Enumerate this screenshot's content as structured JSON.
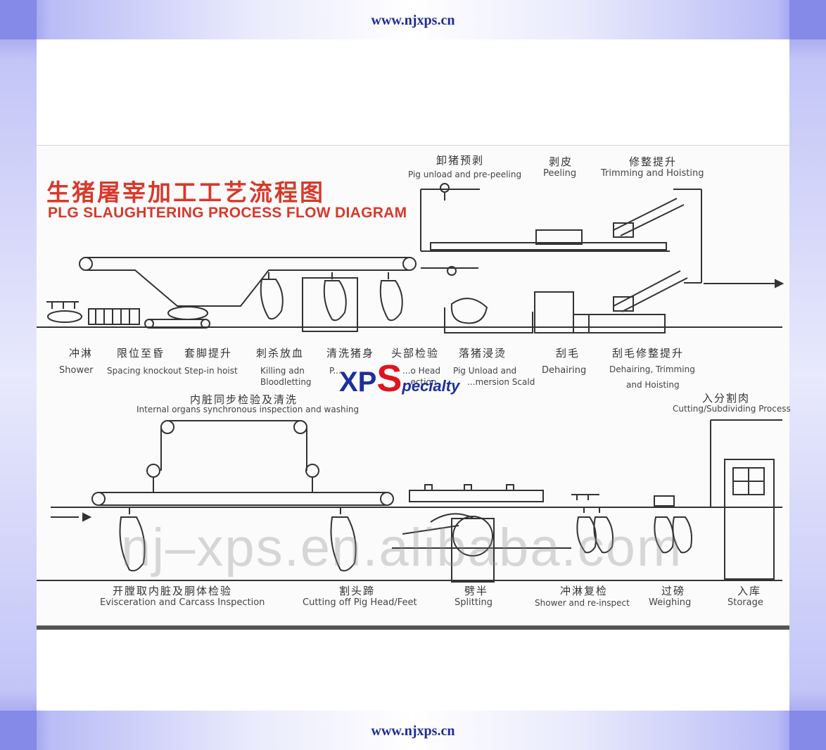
{
  "frame": {
    "url_top": "www.njxps.cn",
    "url_bottom": "www.njxps.cn",
    "accent_color": "#6f73e0",
    "url_color": "#1f2a9a"
  },
  "diagram": {
    "title_cn": "生猪屠宰加工工艺流程图",
    "title_en": "PLG SLAUGHTERING PROCESS FLOW DIAGRAM",
    "title_color": "#d9382b",
    "top_steps": [
      {
        "cn": "卸猪预剥",
        "en": "Pig unload and pre-peeling"
      },
      {
        "cn": "剥皮",
        "en": "Peeling"
      },
      {
        "cn": "修整提升",
        "en": "Trimming and Hoisting"
      }
    ],
    "middle_steps": [
      {
        "cn": "冲淋",
        "en": "Shower"
      },
      {
        "cn": "限位至昏",
        "en": "Spacing knockout"
      },
      {
        "cn": "套脚提升",
        "en": "Step-in hoist"
      },
      {
        "cn": "刺杀放血",
        "en": "Killing adn",
        "en2": "Bloodletting"
      },
      {
        "cn": "清洗猪身",
        "en": "P..."
      },
      {
        "cn": "头部检验",
        "en": "...o Head",
        "en2": "...ection"
      },
      {
        "cn": "落猪浸烫",
        "en": "Pig  Unload and",
        "en2": "...mersion Scald"
      },
      {
        "cn": "刮毛",
        "en": "Dehairing"
      },
      {
        "cn": "刮毛修整提升",
        "en": "Dehairing, Trimming",
        "en2": "and Hoisting"
      }
    ],
    "organ_step": {
      "cn": "内脏同步检验及清洗",
      "en": "Internal organs synchronous inspection and washing"
    },
    "cutting_step": {
      "cn": "入分割肉",
      "en": "Cutting/Subdividing Process"
    },
    "bottom_steps": [
      {
        "cn": "开膛取内脏及胴体检验",
        "en": "Evisceration and Carcass Inspection"
      },
      {
        "cn": "割头蹄",
        "en": "Cutting off Pig Head/Feet"
      },
      {
        "cn": "劈半",
        "en": "Splitting"
      },
      {
        "cn": "冲淋复检",
        "en": "Shower and re-inspect"
      },
      {
        "cn": "过磅",
        "en": "Weighing"
      },
      {
        "cn": "入库",
        "en": "Storage"
      }
    ],
    "logo": {
      "xp": "XP",
      "s": "S",
      "rest": "pecialty"
    },
    "watermark": "nj–xps.en.alibaba.com"
  }
}
